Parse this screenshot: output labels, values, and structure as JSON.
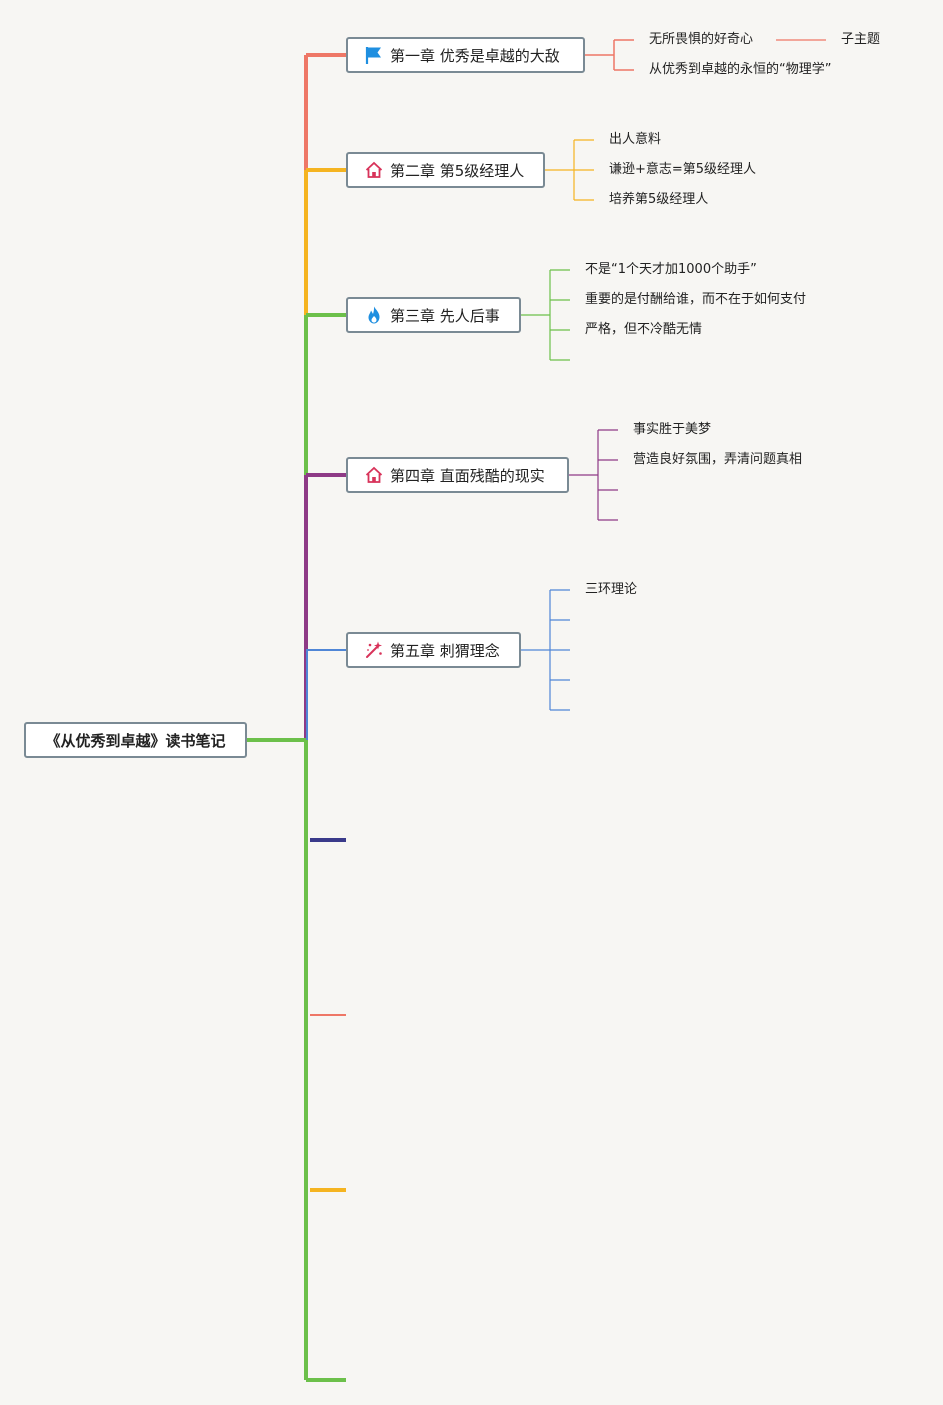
{
  "root": {
    "label": "《从优秀到卓越》读书笔记"
  },
  "chapters": [
    {
      "label": "第一章 优秀是卓越的大敌",
      "icon": "flag-icon",
      "color": "#ee7766",
      "children": [
        "无所畏惧的好奇心",
        "从优秀到卓越的永恒的“物理学”"
      ],
      "grandchild": "子主题"
    },
    {
      "label": "第二章 第5级经理人",
      "icon": "home-icon",
      "color": "#f5b420",
      "children": [
        "出人意料",
        "谦逊+意志=第5级经理人",
        "培养第5级经理人"
      ]
    },
    {
      "label": "第三章 先人后事",
      "icon": "flame-icon",
      "color": "#6cc04a",
      "children": [
        "不是“1个天才加1000个助手”",
        "重要的是付酬给谁，而不在于如何支付",
        "严格，但不冷酷无情",
        ""
      ]
    },
    {
      "label": "第四章 直面残酷的现实",
      "icon": "home-icon",
      "color": "#8e3a86",
      "children": [
        "事实胜于美梦",
        "营造良好氛围，弄清问题真相",
        "",
        ""
      ]
    },
    {
      "label": "第五章 刺猬理念",
      "icon": "sparkle-wand-icon",
      "color": "#4f86d6",
      "children": [
        "三环理论",
        "",
        "",
        "",
        ""
      ]
    }
  ],
  "colors": {
    "trunk": "#6cc04a",
    "stub_navy": "#3a3a8a",
    "stub_red": "#ee7766",
    "stub_yellow": "#f5b420",
    "stub_green": "#6cc04a"
  }
}
